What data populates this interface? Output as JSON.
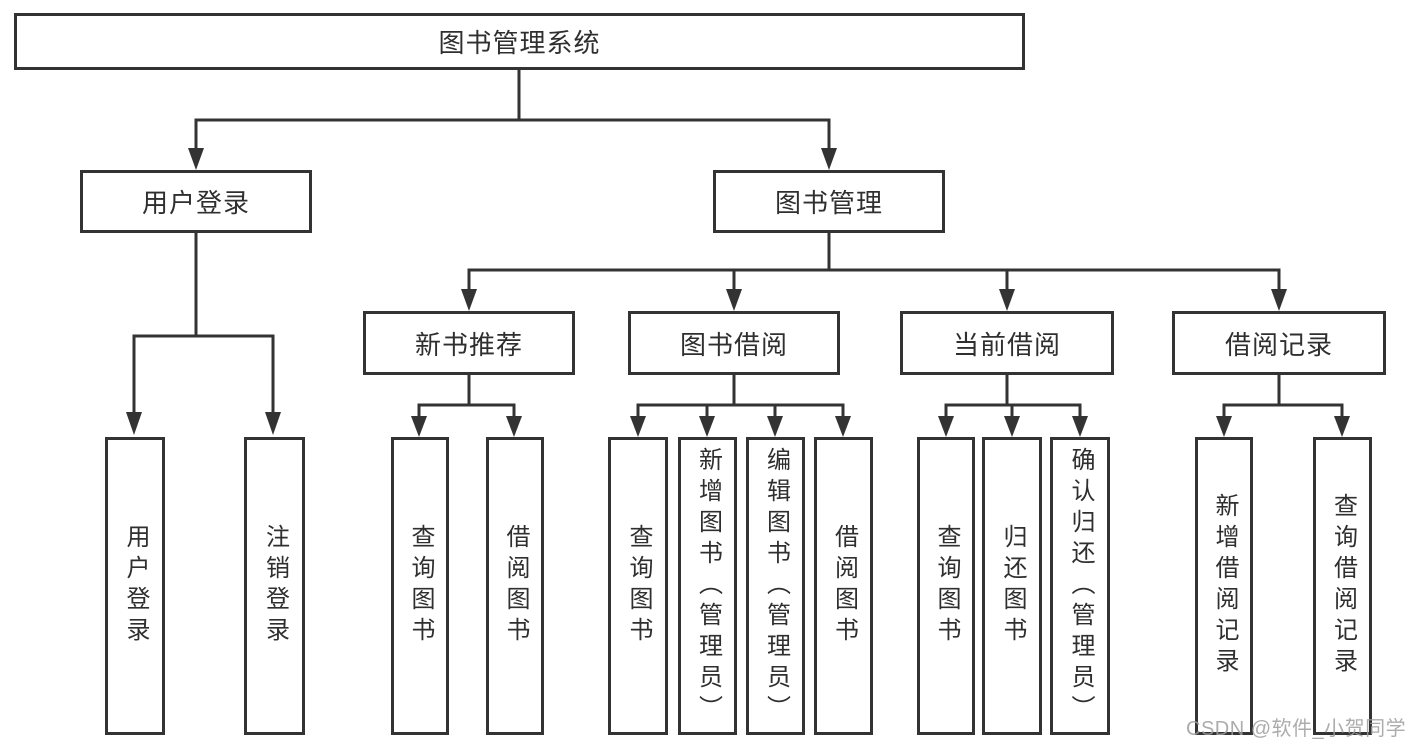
{
  "diagram": {
    "root": {
      "label": "图书管理系统"
    },
    "branches": [
      {
        "label": "用户登录",
        "children": [
          {
            "label": "用户登录"
          },
          {
            "label": "注销登录"
          }
        ]
      },
      {
        "label": "图书管理",
        "groups": [
          {
            "label": "新书推荐",
            "children": [
              {
                "label": "查询图书"
              },
              {
                "label": "借阅图书"
              }
            ]
          },
          {
            "label": "图书借阅",
            "children": [
              {
                "label": "查询图书"
              },
              {
                "label": "新增图书（管理员）"
              },
              {
                "label": "编辑图书（管理员）"
              },
              {
                "label": "借阅图书"
              }
            ]
          },
          {
            "label": "当前借阅",
            "children": [
              {
                "label": "查询图书"
              },
              {
                "label": "归还图书"
              },
              {
                "label": "确认归还（管理员）"
              }
            ]
          },
          {
            "label": "借阅记录",
            "children": [
              {
                "label": "新增借阅记录"
              },
              {
                "label": "查询借阅记录"
              }
            ]
          }
        ]
      }
    ],
    "colors": {
      "line": "#333333",
      "box_border": "#333333",
      "text": "#2f2f2f",
      "background": "#ffffff",
      "watermark": "#9e9e9e"
    }
  },
  "watermark": {
    "text": "CSDN @软件_小贺同学"
  }
}
